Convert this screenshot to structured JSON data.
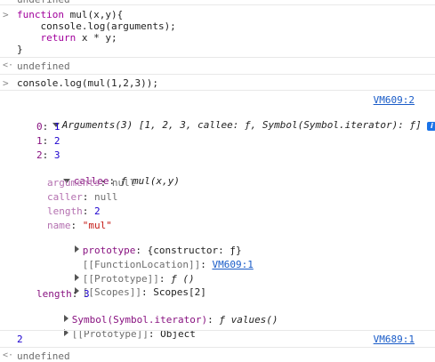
{
  "top_partial": "undefined",
  "input1": {
    "lines": [
      {
        "kw": "function",
        "rest": " mul(x,y){"
      },
      {
        "kw": "",
        "rest": "    console.log(arguments);"
      },
      {
        "kw": "    return",
        "rest": " x * y;"
      },
      {
        "kw": "",
        "rest": "}"
      }
    ],
    "result": "undefined"
  },
  "input2": {
    "text": "console.log(mul(1,2,3));"
  },
  "log1": {
    "source": "VM609:2",
    "summary": "Arguments(3) [1, 2, 3, callee: ƒ, Symbol(Symbol.iterator): ƒ]",
    "indices": [
      {
        "key": "0",
        "value": "1"
      },
      {
        "key": "1",
        "value": "2"
      },
      {
        "key": "2",
        "value": "3"
      }
    ],
    "callee": {
      "key": "callee",
      "value": "ƒ mul(x,y)",
      "props": [
        {
          "key": "arguments",
          "value": "null"
        },
        {
          "key": "caller",
          "value": "null"
        },
        {
          "key": "length",
          "value": "2"
        },
        {
          "key": "name",
          "value": "\"mul\""
        }
      ],
      "prototype_key": "prototype",
      "prototype_value": "{constructor: ƒ}",
      "fnloc_key": "[[FunctionLocation]]",
      "fnloc_value": "VM609:1",
      "proto_key": "[[Prototype]]",
      "proto_value": "ƒ ()",
      "scopes_key": "[[Scopes]]",
      "scopes_value": "Scopes[2]"
    },
    "length_key": "length",
    "length_value": "3",
    "symbol_key": "Symbol(Symbol.iterator)",
    "symbol_value": "ƒ values()",
    "obj_proto_key": "[[Prototype]]",
    "obj_proto_value": "Object"
  },
  "log2": {
    "value": "2",
    "source": "VM689:1"
  },
  "final_result": "undefined",
  "icons": {
    "prompt": "chevron-right-icon",
    "result": "return-arrow-icon",
    "info": "info-icon"
  },
  "colors": {
    "keyword": "#a1009c",
    "property": "#881280",
    "number": "#1c00cf",
    "string": "#c41a16",
    "link": "#1a5cc8",
    "info_badge": "#1a73e8"
  }
}
